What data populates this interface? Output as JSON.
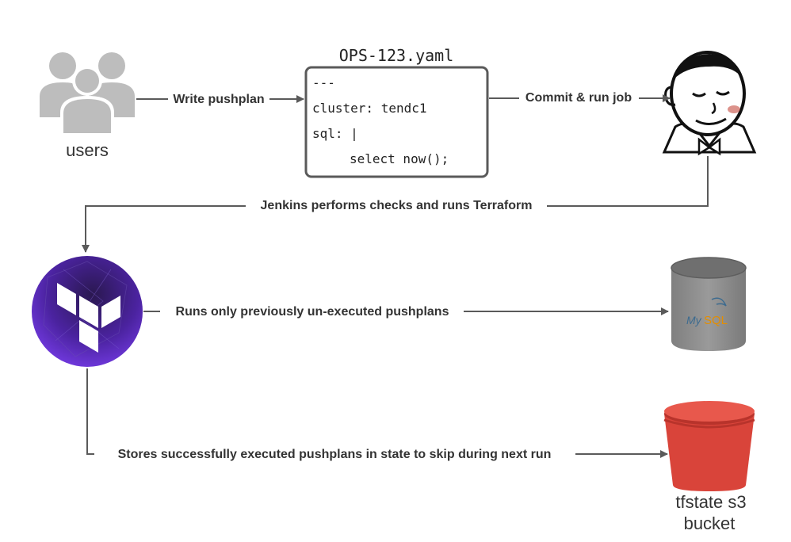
{
  "nodes": {
    "users": {
      "label": "users"
    },
    "yaml_file": {
      "title": "OPS-123.yaml",
      "lines": [
        "---",
        "cluster: tendc1",
        "sql: |",
        "select now();"
      ]
    },
    "jenkins": {
      "label": ""
    },
    "terraform": {
      "label": ""
    },
    "mysql": {
      "logo_text_my": "My",
      "logo_text_sql": "SQL"
    },
    "s3": {
      "label_line1": "tfstate s3",
      "label_line2": "bucket"
    }
  },
  "edges": {
    "write_pushplan": "Write pushplan",
    "commit_run": "Commit & run job",
    "jenkins_checks": "Jenkins performs checks and runs Terraform",
    "runs_unexecuted": "Runs only previously un-executed pushplans",
    "stores_state": "Stores successfully executed pushplans in state to skip during next run"
  },
  "colors": {
    "line": "#5a5a5a",
    "user_gray": "#bdbdbd",
    "terraform_purple": "#5c2fbd",
    "terraform_dark": "#1b1030",
    "bucket_red": "#d9443a",
    "bucket_top": "#e8584c",
    "db_gray": "#8a8a8a"
  }
}
